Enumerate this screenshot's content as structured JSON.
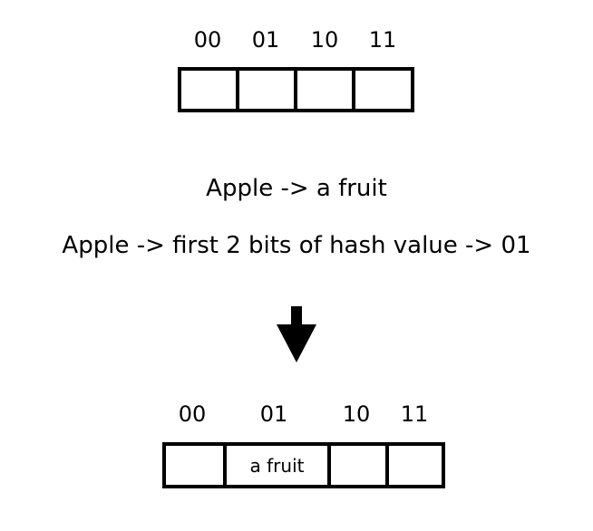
{
  "top_table": {
    "headers": [
      "00",
      "01",
      "10",
      "11"
    ],
    "cells": [
      "",
      "",
      "",
      ""
    ]
  },
  "statements": {
    "line1": "Apple -> a fruit",
    "line2": "Apple -> first 2 bits of hash value -> 01"
  },
  "arrow": {
    "icon": "down-arrow-icon",
    "color": "#000000"
  },
  "bottom_table": {
    "headers": [
      "00",
      "01",
      "10",
      "11"
    ],
    "cells": [
      "",
      "a fruit",
      "",
      ""
    ]
  }
}
